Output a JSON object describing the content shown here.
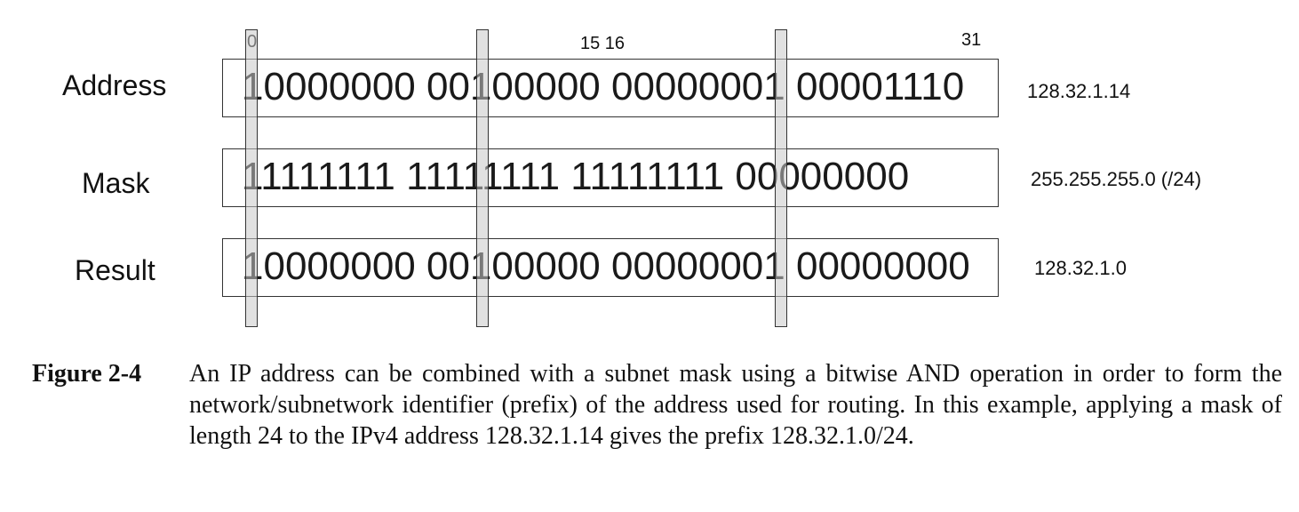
{
  "diagram": {
    "bit_indices": [
      "0",
      "15 16",
      "31"
    ],
    "rows": [
      {
        "label": "Address",
        "bits": "10000000 00100000 00000001 00001110",
        "dotted": "128.32.1.14"
      },
      {
        "label": "Mask",
        "bits": "11111111 11111111 11111111 00000000",
        "dotted": "255.255.255.0 (/24)"
      },
      {
        "label": "Result",
        "bits": "10000000 00100000 00000001 00000000",
        "dotted": "128.32.1.0"
      }
    ]
  },
  "caption": {
    "label": "Figure 2-4",
    "text": "An IP address can be combined with a subnet mask using a bitwise AND operation in order to form the network/subnetwork identifier (prefix) of the address used for routing. In this example, applying a mask of length 24 to the IPv4 address 128.32.1.14 gives the prefix 128.32.1.0/24."
  }
}
